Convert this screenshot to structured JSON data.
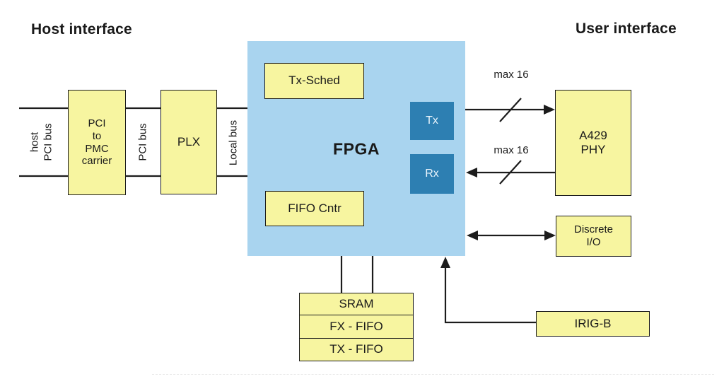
{
  "titles": {
    "host": "Host interface",
    "user": "User interface"
  },
  "colors": {
    "box_yellow": "#f7f5a0",
    "fpga_blue": "#a9d4ef",
    "txrx_blue": "#2d7fb2",
    "line_black": "#1c1c1c",
    "background": "#ffffff"
  },
  "host_chain": {
    "bus_label_left": "host\nPCI bus",
    "pci_pmc_carrier": "PCI\nto\nPMC\ncarrier",
    "bus_label_mid": "PCI bus",
    "plx": "PLX",
    "bus_label_right": "Local bus"
  },
  "fpga": {
    "label": "FPGA",
    "tx_sched": "Tx-Sched",
    "fifo_cntr": "FIFO Cntr",
    "tx": "Tx",
    "rx": "Rx"
  },
  "right_side": {
    "max16_top": "max 16",
    "max16_bottom": "max 16",
    "a429_phy": "A429\nPHY",
    "discrete_io": "Discrete\nI/O",
    "irig_b": "IRIG-B"
  },
  "memory_stack": {
    "rows": [
      "SRAM",
      "FX - FIFO",
      "TX - FIFO"
    ]
  }
}
